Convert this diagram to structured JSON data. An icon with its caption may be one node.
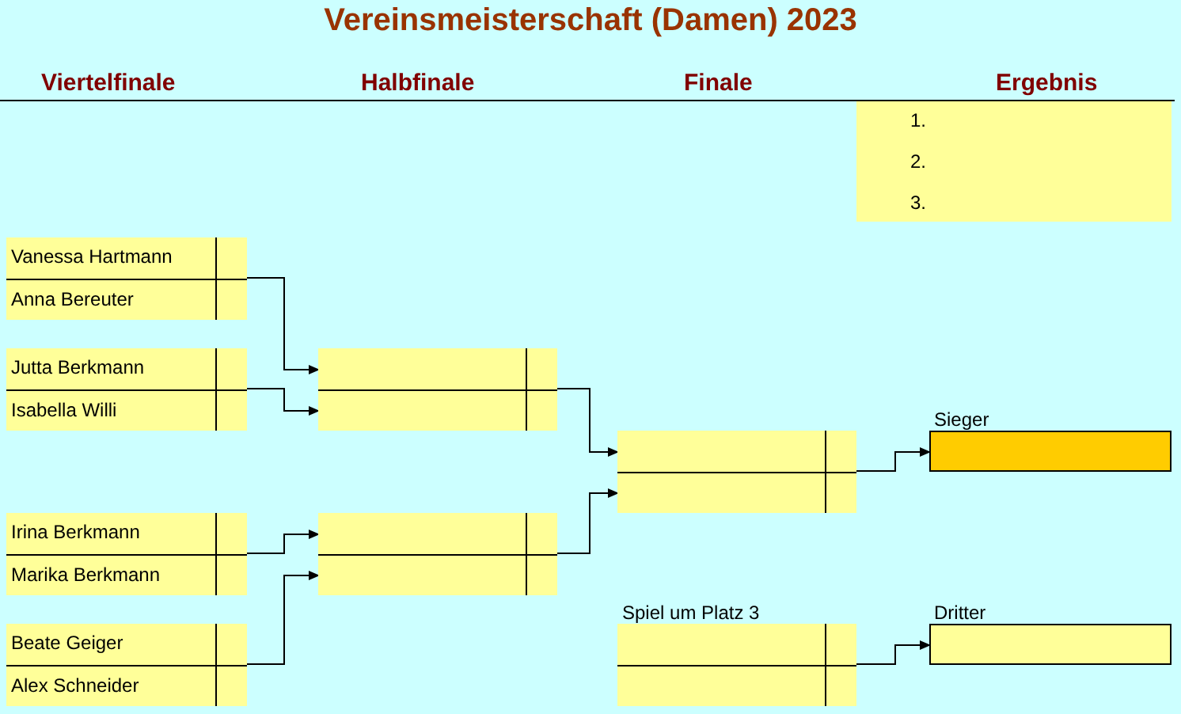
{
  "diagram": {
    "title": "Vereinsmeisterschaft (Damen) 2023",
    "nodes": [
      {
        "text": [
          "1.",
          "2.",
          "3."
        ]
      },
      {
        "text": [],
        "shape": "box"
      },
      {
        "text": [
          "Vanessa Hartmann"
        ],
        "in": 1
      },
      {
        "text": [
          "Anna Bereuter"
        ],
        "in": 1
      },
      {
        "text": [],
        "shape": "box"
      },
      {
        "text": [
          "Jutta Berkmann"
        ],
        "in": 4
      },
      {
        "text": [
          "Isabella Willi"
        ],
        "in": 4
      },
      {
        "text": [],
        "shape": "box"
      },
      {
        "text": [
          "Irina Berkmann"
        ],
        "in": 7
      },
      {
        "text": [
          "Marika Berkmann"
        ],
        "in": 7
      },
      {
        "text": [],
        "shape": "box"
      },
      {
        "text": [
          "Beate Geiger"
        ],
        "in": 10
      },
      {
        "text": [
          "Alex Schneider"
        ],
        "in": 10
      },
      {
        "text": [],
        "shape": "box"
      },
      {
        "text": [],
        "shape": "box",
        "in": 13
      },
      {
        "text": [],
        "shape": "box",
        "in": 13
      },
      {
        "text": [],
        "shape": "box"
      },
      {
        "text": [],
        "shape": "box",
        "in": 16
      },
      {
        "text": [],
        "shape": "box",
        "in": 16
      },
      {
        "text": [],
        "shape": "box"
      },
      {
        "text": [],
        "shape": "box",
        "in": 19
      },
      {
        "text": [],
        "shape": "box",
        "in": 19
      },
      {
        "text": [
          "Spiel um Platz 3"
        ]
      },
      {
        "text": [],
        "shape": "box",
        "in": 22
      },
      {
        "text": [],
        "shape": "box",
        "in": 22
      },
      {
        "text": [
          "Sieger"
        ]
      },
      {
        "text": [
          "Dritter"
        ]
      }
    ],
    "edges": [
      {
        "from": 1,
        "to": 14,
        "arrow": "to"
      },
      {
        "from": 4,
        "to": 15,
        "arrow": "to"
      },
      {
        "from": 7,
        "to": 17,
        "arrow": "to"
      },
      {
        "from": 10,
        "to": 18,
        "arrow": "to"
      },
      {
        "from": 13,
        "to": 20,
        "arrow": "to"
      },
      {
        "from": 16,
        "to": 21,
        "arrow": "to"
      },
      {
        "from": 19,
        "to": 25,
        "arrow": "to"
      },
      {
        "from": 22,
        "to": 26,
        "arrow": "to"
      }
    ],
    "labels": [
      "Viertelfinale",
      "Halbfinale",
      "Finale",
      "Ergebnis"
    ]
  }
}
